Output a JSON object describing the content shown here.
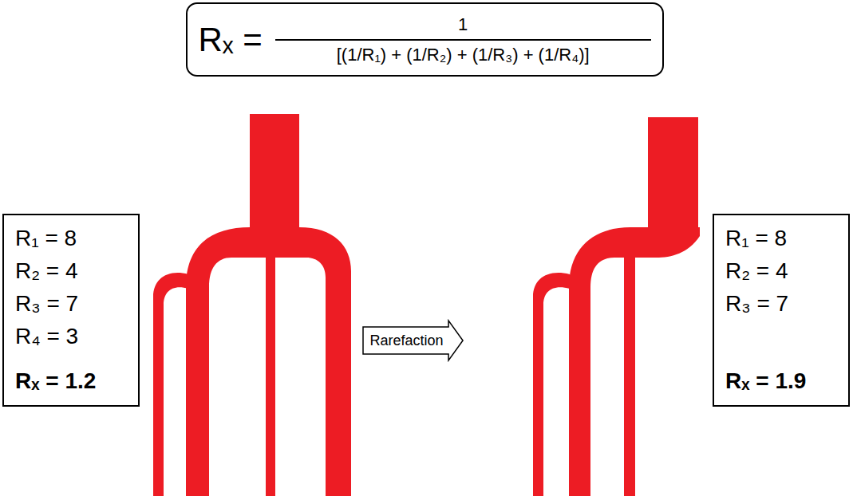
{
  "diagram": {
    "nodes": [
      {
        "text": [
          "Rₓ =",
          "1",
          "[(1/R₁) + (1/R₂) + (1/R₃) + (1/R₄)]"
        ]
      },
      {
        "text": [
          "R₁ = 8",
          "R₂ = 4",
          "R₃ = 7",
          "R₄ = 3",
          "Rₓ = 1.2"
        ]
      },
      {
        "text": [
          "Rarefaction"
        ]
      },
      {
        "text": [
          "R₁ = 8",
          "R₂ = 4",
          "R₃ = 7",
          "Rₓ = 1.9"
        ]
      }
    ]
  }
}
